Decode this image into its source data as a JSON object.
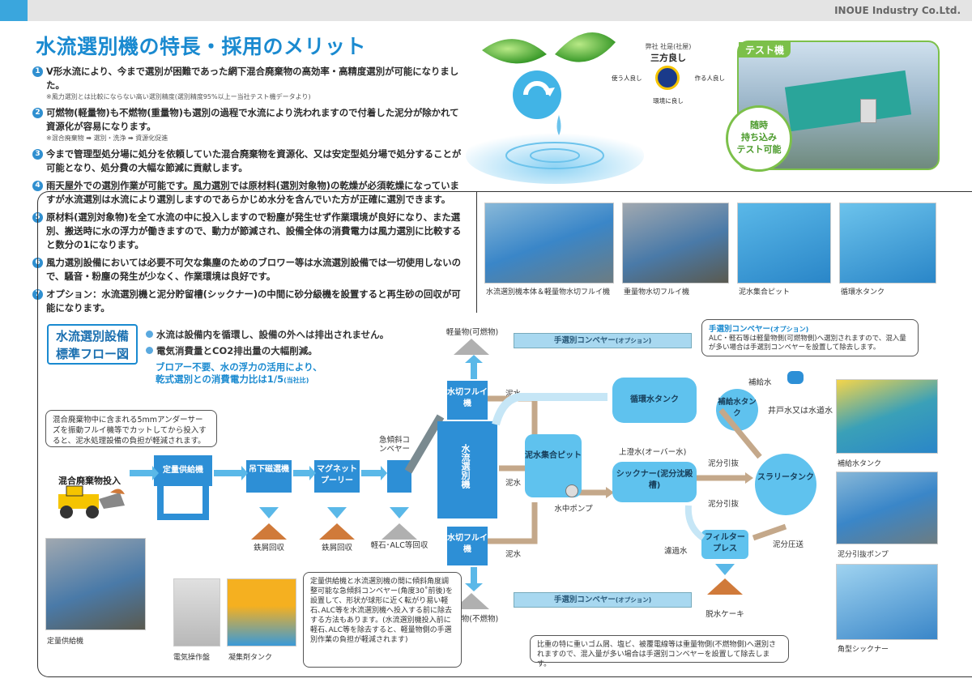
{
  "header": {
    "company": "INOUE Industry Co.Ltd."
  },
  "title": "水流選別機の特長・採用のメリット",
  "points": [
    {
      "num": "1",
      "text": "V形水流により、今まで選別が困難であった網下混合廃棄物の高効率・高精度選別が可能になりました。",
      "note": "※風力選別とは比較にならない高い選別精度(選別精度95%以上ー当社テスト機データより)"
    },
    {
      "num": "2",
      "text": "可燃物(軽量物)も不燃物(重量物)も選別の過程で水流により洗われますので付着した泥分が除かれて資源化が容易になります。",
      "note": "※混合廃棄物 ➡ 選別・洗浄 ➡ 資源化促進"
    },
    {
      "num": "3",
      "text": "今まで管理型処分場に処分を依頼していた混合廃棄物を資源化、又は安定型処分場で処分することが可能となり、処分費の大幅な節減に貢献します。",
      "note": ""
    },
    {
      "num": "4",
      "text": "雨天屋外での選別作業が可能です。風力選別では原材料(選別対象物)の乾燥が必須乾燥になっていますが水流選別は水流により選別しますのであらかじめ水分を含んでいた方が正確に選別できます。",
      "note": ""
    },
    {
      "num": "5",
      "text": "原材料(選別対象物)を全て水流の中に投入しますので粉塵が発生せず作業環境が良好になり、また選別、搬送時に水の浮力が働きますので、動力が節減され、設備全体の消費電力は風力選別に比較すると数分の1になります。",
      "note": ""
    },
    {
      "num": "6",
      "text": "風力選別設備においては必要不可欠な集塵のためのブロワー等は水流選別設備では一切使用しないので、騒音・粉塵の発生が少なく、作業環境は良好です。",
      "note": ""
    },
    {
      "num": "7",
      "text": "オプション：水流選別機と泥分貯留槽(シックナー)の中間に砂分級機を設置すると再生砂の回収が可能になります。",
      "note": ""
    }
  ],
  "sanpo": {
    "top": "弊社 社是(社屋)",
    "main": "三方良し",
    "left": "使う人良し",
    "right": "作る人良し",
    "bottom": "環境に良し"
  },
  "test": {
    "label": "テスト機",
    "circle_l1": "随時",
    "circle_l2": "持ち込み",
    "circle_l3": "テスト可能"
  },
  "photos_top": [
    {
      "caption": "水流選別機本体＆軽量物水切フルイ機"
    },
    {
      "caption": "重量物水切フルイ機"
    },
    {
      "caption": "泥水集合ピット"
    },
    {
      "caption": "循環水タンク"
    }
  ],
  "flow": {
    "title_l1": "水流選別設備",
    "title_l2": "標準フロー図",
    "bullet1": "水流は設備内を循環し、設備の外へは排出されません。",
    "bullet2": "電気消費量とCO2排出量の大幅削減。",
    "blue1": "ブロアー不要、水の浮力の活用により、",
    "blue2": "乾式選別との消費電力比は1/5",
    "blue2_small": "(当社比)",
    "callout_left": "混合廃棄物中に含まれる5mmアンダーサーズを振動フルイ機等でカットしてから投入すると、泥水処理設備の負担が軽減されます。",
    "input": "混合廃棄物投入",
    "feeder": "定量供給機",
    "magnet1": "吊下磁選機",
    "magnet2": "マグネットプーリー",
    "steep": "急傾斜コンベヤー",
    "sorter": "水流選別機",
    "screen_top": "水切フルイ機",
    "screen_bottom": "水切フルイ機",
    "light": "軽量物(可燃物)",
    "heavy": "重量物(不燃物)",
    "conveyor_top": "手選別コンベヤー",
    "conveyor_top_opt": "(オプション)",
    "conveyor_bottom": "手選別コンベヤー",
    "conveyor_bottom_opt": "(オプション)",
    "iron1": "鉄屑回収",
    "iron2": "鉄屑回収",
    "alc": "軽石･ALC等回収",
    "pit": "泥水集合ピット",
    "pump": "水中ポンプ",
    "mud1": "泥水",
    "mud2": "泥水",
    "mud3": "泥水",
    "tank": "循環水タンク",
    "supply_tank": "補給水タンク",
    "supply_water": "補給水",
    "well": "井戸水又は水道水",
    "overflow": "上澄水(オーバー水)",
    "thickener": "シックナー(泥分沈殿槽)",
    "slurry": "スラリータンク",
    "pull1": "泥分引抜",
    "pull2": "泥分引抜",
    "press": "フィルタープレス",
    "filtrate": "濾過水",
    "press_feed": "泥分圧送",
    "cake": "脱水ケーキ",
    "opt_title": "手選別コンベヤー",
    "opt_title_small": "(オプション)",
    "opt_text": "ALC・軽石等は軽量物側(可燃物側)へ選別されますので、混入量が多い場合は手選別コンベヤーを設置して除去します。",
    "callout_steep": "定量供給機と水流選別機の間に傾斜角度調整可能な急傾斜コンベヤー(角度30˚前後)を設置して、形状が球形に近く転がり易い軽石､ALC等を水流選別機へ投入する前に除去する方法もあります。(水流選別機投入前に軽石､ALC等を除去すると、軽量物側の手選別作業の負担が軽減されます)",
    "callout_heavy": "比重の特に重いゴム屑、塩ビ、被覆電線等は重量物側(不燃物側)へ選別されますので、混入量が多い場合は手選別コンベヤーを設置して除去します。"
  },
  "photos_side": [
    {
      "caption": "補給水タンク"
    },
    {
      "caption": "泥分引抜ポンプ"
    },
    {
      "caption": "角型シックナー"
    }
  ],
  "photos_bottom": [
    {
      "caption": "定量供給機"
    },
    {
      "caption": "電気操作盤"
    },
    {
      "caption": "凝集剤タンク"
    }
  ]
}
